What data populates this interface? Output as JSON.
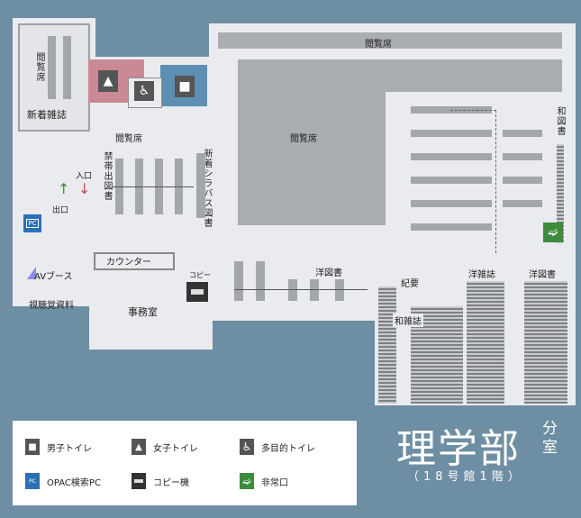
{
  "areas": {
    "reading_top": "閲覧席",
    "reading_left": "閲覧席",
    "reading_center": "閲覧席",
    "reading_mid": "閲覧席",
    "new_magazines": "新着雑誌",
    "restricted": "禁帯出図書",
    "entrance": "入口",
    "exit": "出口",
    "av_booth": "AVブース",
    "av_materials": "視聴覚資料",
    "counter": "カウンター",
    "copy": "コピー",
    "office": "事務室",
    "new_syllabus": "新着シラバス図書",
    "foreign_books_mid": "洋図書",
    "bulletins": "紀要",
    "jp_magazines": "和雑誌",
    "foreign_magazines": "洋雑誌",
    "foreign_books_right": "洋図書",
    "jp_books": "和図書"
  },
  "legend": {
    "male_toilet": "男子トイレ",
    "female_toilet": "女子トイレ",
    "multi_toilet": "多目的トイレ",
    "opac": "OPAC検索PC",
    "copier": "コピー機",
    "exit": "非常口"
  },
  "icons": {
    "pc_text": "PC"
  },
  "title": {
    "main": "理学部",
    "branch": "分室",
    "sub": "（18号館1階）"
  },
  "colors": {
    "background": "#6e8ea3",
    "female_room": "#c98a95",
    "male_room": "#5d8fb3",
    "pc_icon": "#2a70b8",
    "exit_icon": "#3d8b3d"
  }
}
